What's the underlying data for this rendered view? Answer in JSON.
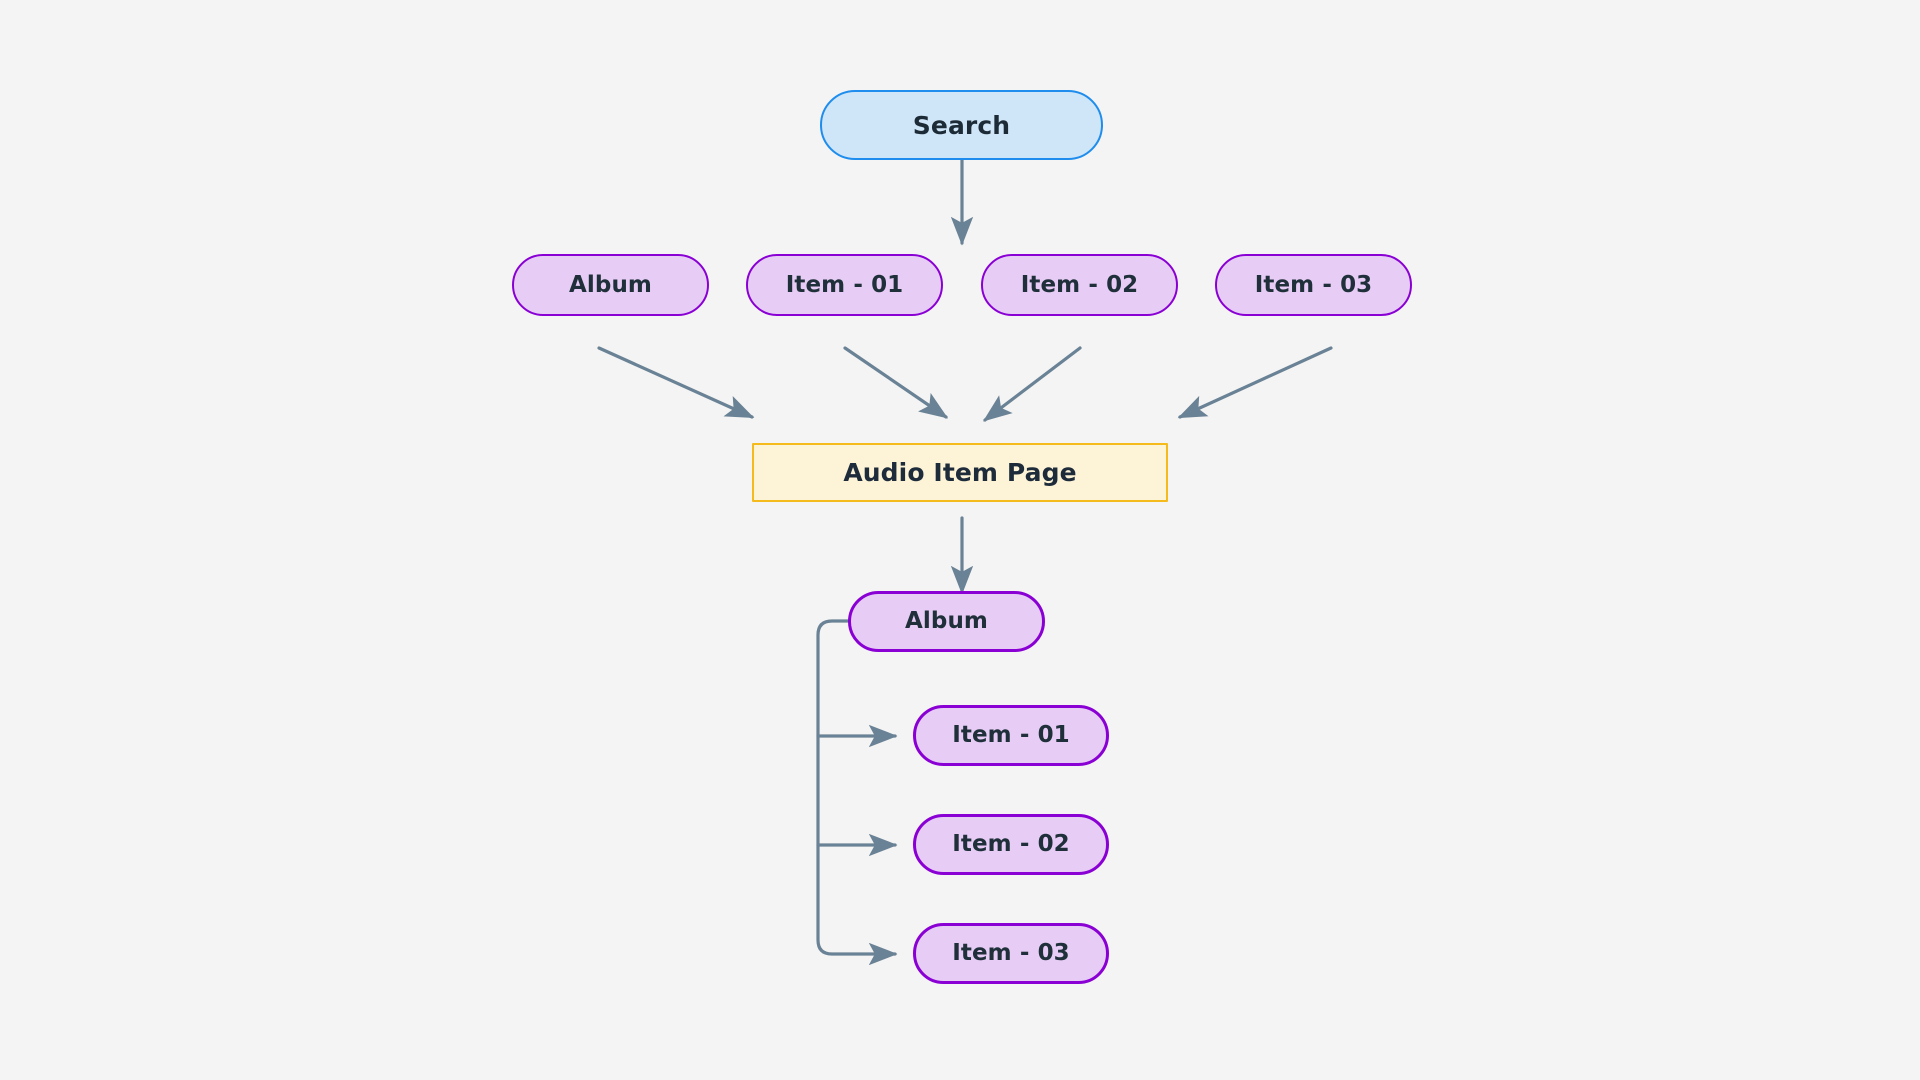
{
  "diagram": {
    "title": "Audio Item Page navigation flow",
    "background_color": "#f4f4f4",
    "edge_color": "#6a8295",
    "palette": {
      "blue_fill": "#cfe5f8",
      "blue_stroke": "#1f8ded",
      "purple_fill": "#e7cdf5",
      "purple_stroke": "#8a00d4",
      "yellow_fill": "#fdf3d7",
      "yellow_stroke": "#f5bb1d",
      "text_color": "#1d2b36"
    }
  },
  "nodes": {
    "search": {
      "label": "Search",
      "shape": "stadium",
      "color": "blue"
    },
    "row2": [
      {
        "label": "Album",
        "shape": "stadium",
        "color": "purple"
      },
      {
        "label": "Item - 01",
        "shape": "stadium",
        "color": "purple"
      },
      {
        "label": "Item - 02",
        "shape": "stadium",
        "color": "purple"
      },
      {
        "label": "Item - 03",
        "shape": "stadium",
        "color": "purple"
      }
    ],
    "page": {
      "label": "Audio Item Page",
      "shape": "rectangle",
      "color": "yellow"
    },
    "album_detail": {
      "label": "Album",
      "shape": "stadium",
      "color": "purple"
    },
    "album_children": [
      {
        "label": "Item - 01",
        "shape": "stadium",
        "color": "purple"
      },
      {
        "label": "Item - 02",
        "shape": "stadium",
        "color": "purple"
      },
      {
        "label": "Item - 03",
        "shape": "stadium",
        "color": "purple"
      }
    ]
  }
}
